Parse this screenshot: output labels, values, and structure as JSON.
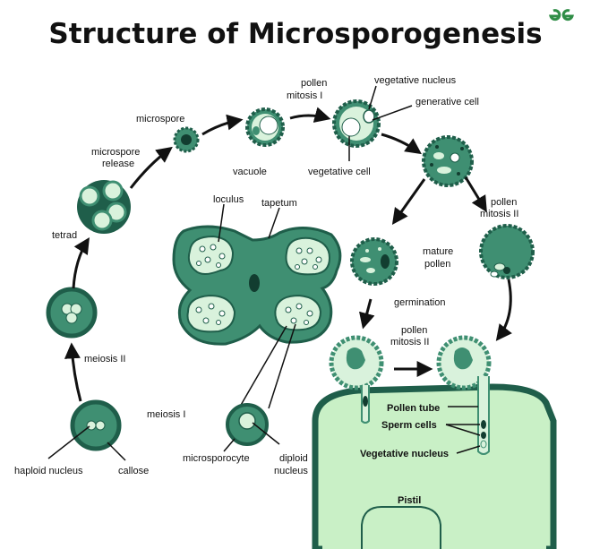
{
  "title": "Structure of Microsporogenesis",
  "brand": {
    "logo_text": "GG",
    "color": "#2f8d46"
  },
  "colors": {
    "cell_dark": "#1f5e4a",
    "cell_mid": "#3f8f72",
    "cell_light": "#d9f2dc",
    "pistil": "#c9f0c6"
  },
  "labels": {
    "microspore": "microspore",
    "microspore_release": [
      "microspore",
      "release"
    ],
    "tetrad": "tetrad",
    "meiosis_ii": "meiosis II",
    "meiosis_i": "meiosis I",
    "haploid_nucleus": "haploid nucleus",
    "callose": "callose",
    "vacuole": "vacuole",
    "pollen_mitosis_i": [
      "pollen",
      "mitosis I"
    ],
    "vegetative_nucleus": "vegetative nucleus",
    "generative_cell": "generative cell",
    "vegetative_cell": "vegetative cell",
    "loculus": "loculus",
    "tapetum": "tapetum",
    "pollen_mitosis_ii_right": [
      "pollen",
      "mitosis II"
    ],
    "mature_pollen": [
      "mature",
      "pollen"
    ],
    "germination": "germination",
    "pollen_mitosis_ii_bottom": [
      "pollen",
      "mitosis II"
    ],
    "microsporocyte": "microsporocyte",
    "diploid_nucleus": [
      "diploid",
      "nucleus"
    ],
    "pollen_tube": "Pollen tube",
    "sperm_cells": "Sperm cells",
    "vegetative_nucleus_pistil": "Vegetative nucleus",
    "pistil": "Pistil"
  }
}
